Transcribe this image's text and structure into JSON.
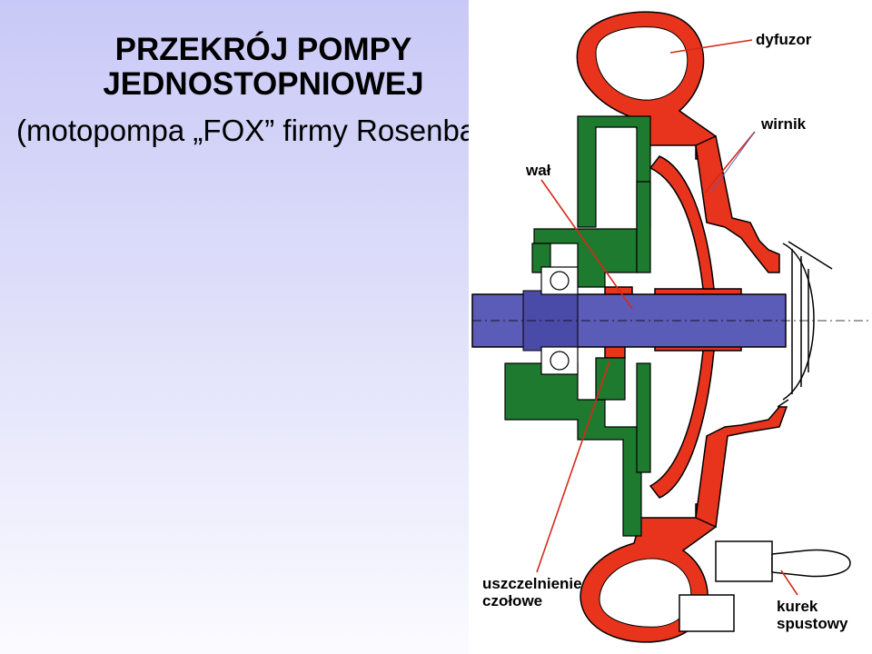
{
  "title": {
    "line1": "PRZEKRÓJ POMPY",
    "line2": "JEDNOSTOPNIOWEJ"
  },
  "subtitle": "(motopompa „FOX” firmy Rosenbauer)",
  "labels": {
    "dyfuzor": "dyfuzor",
    "wirnik": "wirnik",
    "wal": "wał",
    "seal_line1": "uszczelnienie",
    "seal_line2": "czołowe",
    "drain_line1": "kurek",
    "drain_line2": "spustowy"
  },
  "colors": {
    "casing_red": "#e8341c",
    "housing_green": "#1e7a2e",
    "shaft_blue": "#5b5bb8",
    "leader_red": "#d42a1a",
    "background_top": "#c9c9f7"
  }
}
